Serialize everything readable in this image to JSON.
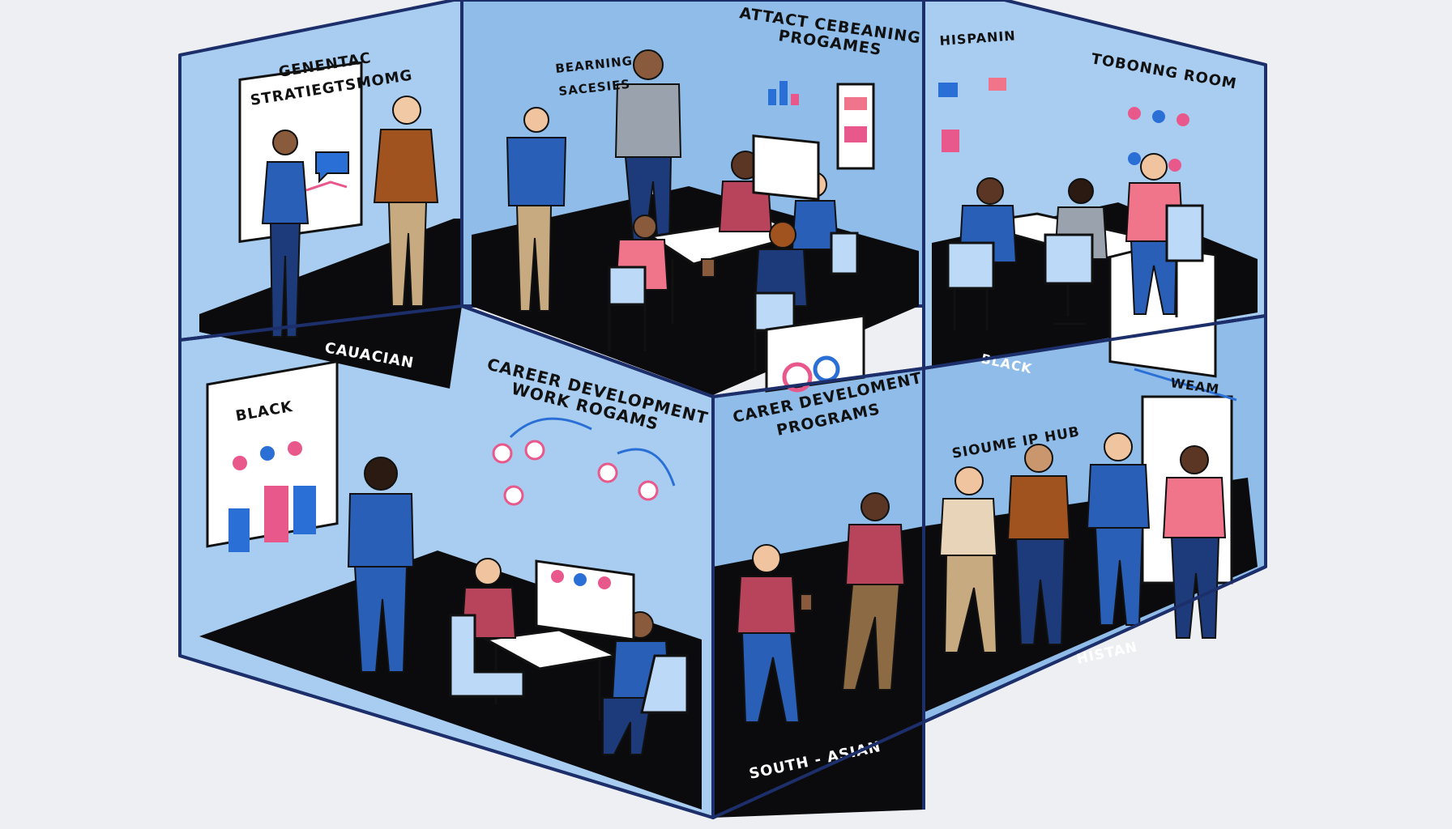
{
  "labels": {
    "room1_title_line1": "GENENTAC",
    "room1_title_line2": "STRATIEGTSMOMG",
    "room1_floor": "CAUACIAN",
    "room2_title_line1": "BEARNING",
    "room2_title_line2": "SACESIES",
    "room3_title_line1": "ATTACT CEBEANING",
    "room3_title_line2": "PROGAMES",
    "room4_title": "HISPANIN",
    "room5_title": "TOBONNG ROOM",
    "room5_floor": "BLACK",
    "room6_title": "BLACK",
    "room7_title_line1": "CAREER DEVELOPMENT",
    "room7_title_line2": "WORK ROGAMS",
    "room8_title_line1": "CARER DEVELOMENT",
    "room8_title_line2": "PROGRAMS",
    "room8_floor": "SOUTH - ASIAN",
    "room9_title": "SIOUME IP HUB",
    "room9_floor": "HISTAN",
    "room9_door": "WEAM"
  },
  "colors": {
    "wall_light": "#a9cdf0",
    "wall_mid": "#8fbce8",
    "wall_dark": "#6fa3da",
    "floor": "#0b0b0d",
    "edge": "#1d2f6b",
    "whiteboard": "#ffffff",
    "chair": "#bcd9f7",
    "accent_pink": "#e8588a",
    "accent_blue": "#2a6fd6",
    "shirt_red": "#b8445c",
    "shirt_blue": "#2a5fb8",
    "pants_khaki": "#c8aa80"
  }
}
